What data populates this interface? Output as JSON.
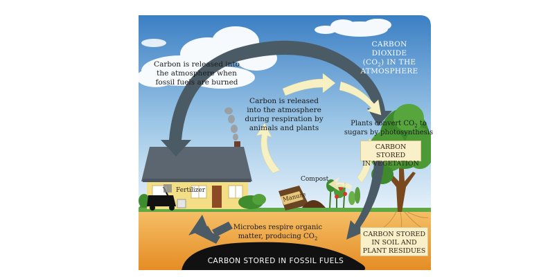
{
  "labels": {
    "fossil_burn_line1": "Carbon is released into",
    "fossil_burn_line2": "the atmosphere when",
    "fossil_burn_line3": "fossil fuels are burned",
    "co2_atm_line1": "CARBON DIOXIDE",
    "co2_atm_line2a": "(CO",
    "co2_atm_line2sub": "2",
    "co2_atm_line2b": ") IN THE",
    "co2_atm_line3": "ATMOSPHERE",
    "respiration_line1": "Carbon is released",
    "respiration_line2": "into the atmosphere",
    "respiration_line3": "during respiration by",
    "respiration_line4": "animals and plants",
    "photo_line1a": "Plants convert CO",
    "photo_line1sub": "2",
    "photo_line1b": " to",
    "photo_line2": "sugars by photosynthesis",
    "veg_line1": "CARBON STORED",
    "veg_line2": "IN VEGETATION",
    "compost": "Compost",
    "fertilizer": "Fertilizer",
    "manure": "Manure",
    "microbes_line1": "Microbes respire organic",
    "microbes_line2a": "matter, producing CO",
    "microbes_line2sub": "2",
    "soil_line1": "CARBON STORED",
    "soil_line2": "IN SOIL AND",
    "soil_line3": "PLANT RESIDUES",
    "fossil_store": "CARBON STORED IN FOSSIL FUELS"
  },
  "colors": {
    "sky_top": "#3b7fc4",
    "sky_bottom": "#e6f1fa",
    "soil_top": "#f6c26a",
    "soil_bottom": "#e58c24",
    "grass": "#5fa843",
    "arrow_dark": "#4b5b66",
    "arrow_light": "#f6f0c2",
    "label_box": "#f9efc8",
    "fossil": "#111111"
  }
}
